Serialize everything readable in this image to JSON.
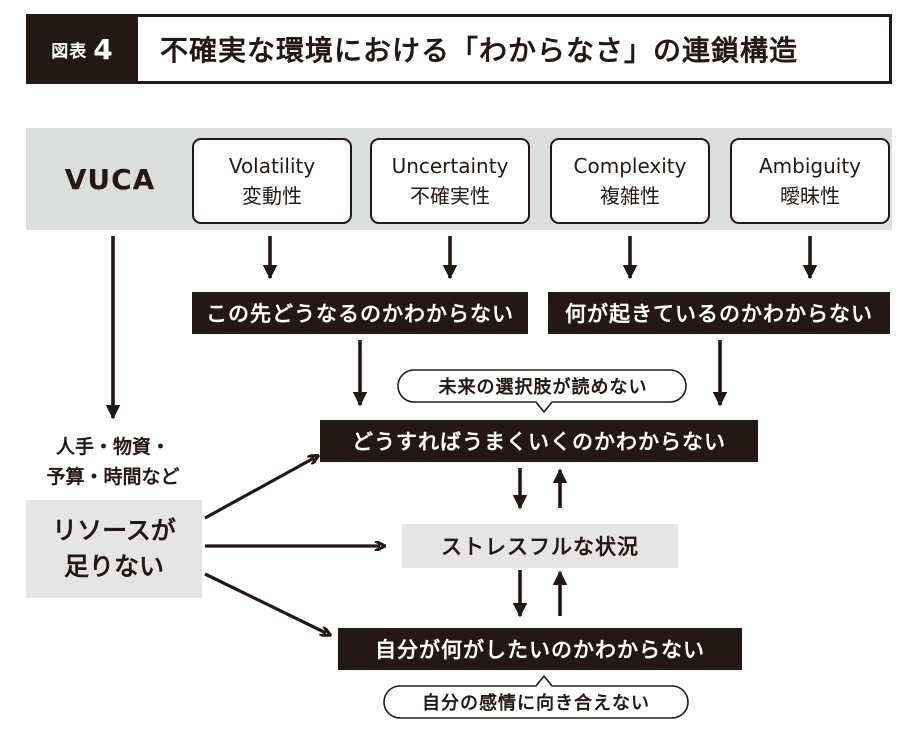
{
  "title": {
    "tag_small": "図表",
    "tag_number": "4",
    "text": "不確実な環境における「わからなさ」の連鎖構造"
  },
  "vuca": {
    "label": "VUCA",
    "items": [
      {
        "en": "Volatility",
        "ja": "変動性"
      },
      {
        "en": "Uncertainty",
        "ja": "不確実性"
      },
      {
        "en": "Complexity",
        "ja": "複雑性"
      },
      {
        "en": "Ambiguity",
        "ja": "曖昧性"
      }
    ]
  },
  "nodes": {
    "future_unknown": "この先どうなるのかわからない",
    "happening_unknown": "何が起きているのかわからない",
    "bubble_future_choices": "未来の選択肢が読めない",
    "how_unknown": "どうすればうまくいくのかわからない",
    "stressful": "ストレスフルな状況",
    "self_unknown": "自分が何がしたいのかわからない",
    "bubble_emotions": "自分の感情に向き合えない"
  },
  "resources": {
    "examples_line1": "人手・物資・",
    "examples_line2": "予算・時間など",
    "box_line1": "リソースが",
    "box_line2": "足りない"
  }
}
